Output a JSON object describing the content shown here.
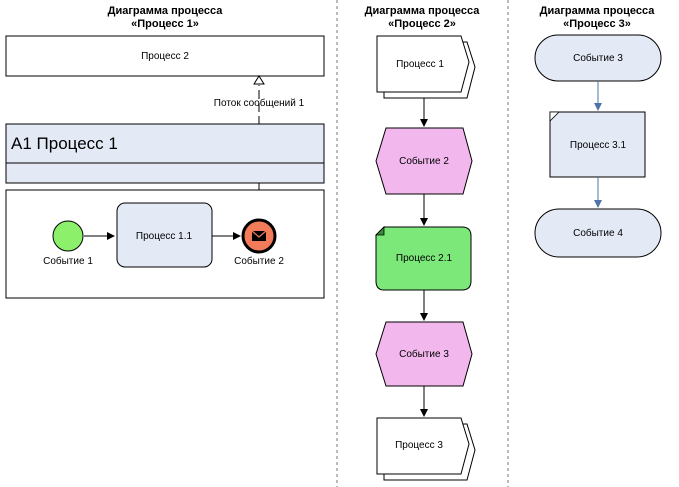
{
  "columns": [
    {
      "title_line1": "Диаграмма процесса",
      "title_line2": "«Процесс 1»"
    },
    {
      "title_line1": "Диаграмма процесса",
      "title_line2": "«Процесс 2»"
    },
    {
      "title_line1": "Диаграмма процесса",
      "title_line2": "«Процесс 3»"
    }
  ],
  "col1": {
    "process2_pool": "Процесс 2",
    "message_flow": "Поток сообщений 1",
    "pool_title": "A1 Процесс 1",
    "start_event": "Событие 1",
    "task": "Процесс 1.1",
    "end_event": "Событие 2"
  },
  "col2": {
    "process1": "Процесс 1",
    "event2": "Событие 2",
    "function": "Процесс 2.1",
    "event3": "Событие 3",
    "process3": "Процесс 3"
  },
  "col3": {
    "event3": "Событие 3",
    "process": "Процесс 3.1",
    "event4": "Событие 4"
  },
  "colors": {
    "start_event": "#8cf06a",
    "end_event": "#f27b5a",
    "task_fill": "#e3e9f5",
    "epc_event": "#f2b8ee",
    "epc_function": "#7ce87a",
    "pool_header": "#e3e9f5",
    "arrow_blue": "#4f74a8"
  }
}
